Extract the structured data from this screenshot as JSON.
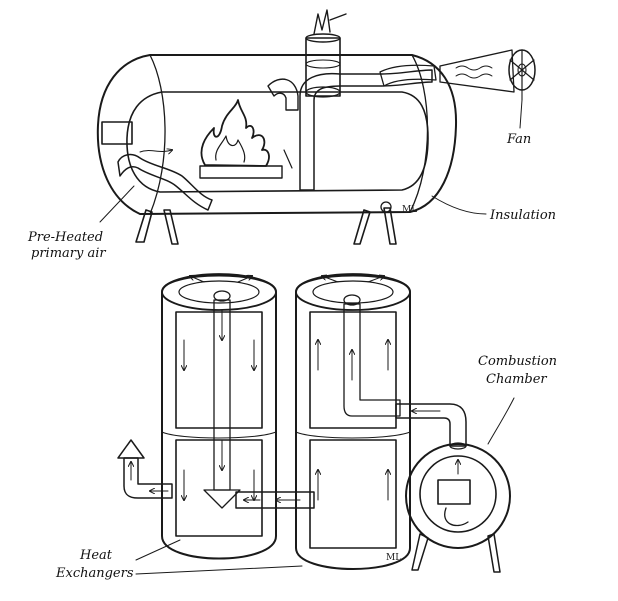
{
  "labels": {
    "fan": "Fan",
    "insulation": "Insulation",
    "preheated_line1": "Pre-Heated",
    "preheated_line2": "primary air",
    "combustion_line1": "Combustion",
    "combustion_line2": "Chamber",
    "heat_line1": "Heat",
    "heat_line2": "Exchangers"
  },
  "signatures": [
    "ML",
    "ML"
  ],
  "colors": {
    "ink": "#1a1a1a",
    "paper": "#ffffff"
  },
  "icons": [
    "fan-icon",
    "flame-icon"
  ]
}
